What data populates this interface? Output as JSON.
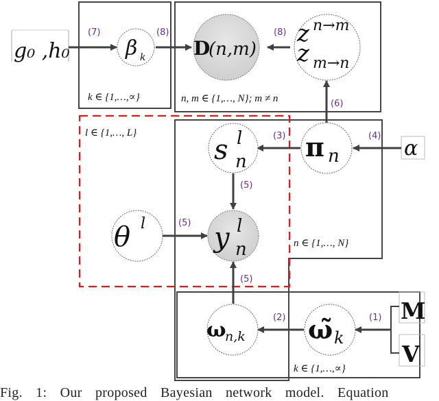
{
  "figure": {
    "caption": "Fig. 1: Our proposed Bayesian network model. Equation",
    "colors": {
      "plate_border": "#444444",
      "dashed_plate": "#e8161b",
      "observed_node_fill": "#d9d9d9",
      "edge_label": "#6a2c91",
      "arrow": "#404040"
    }
  },
  "hyperparameters": {
    "g0h0": "g₀ ,h₀",
    "alpha": "α",
    "M": "M",
    "V": "V"
  },
  "nodes": {
    "beta": {
      "main": "β",
      "sub": "k"
    },
    "D": {
      "main": "D",
      "args": "(n,m)"
    },
    "z": {
      "line1_main": "z",
      "line1_sup": "n→m",
      "line2_main": "z",
      "line2_sub": "m→n"
    },
    "pi": {
      "main": "π",
      "sub": "n"
    },
    "s": {
      "main": "s",
      "sup": "l",
      "sub": "n"
    },
    "theta": {
      "main": "θ",
      "sup": "l"
    },
    "y": {
      "main": "y",
      "sup": "l",
      "sub": "n"
    },
    "omega_nk": {
      "main": "ω",
      "sub": "n,k"
    },
    "omega_tilde": {
      "main": "ω̃",
      "sub": "k"
    }
  },
  "plates": {
    "beta_plate": "k ∈ {1,…,∝}",
    "D_plate": "n, m ∈ {1,…, N}; m ≠ n",
    "l_plate": "l ∈ {1,…, L}",
    "n_plate": "n ∈ {1,…, N}",
    "k_plate": "k ∈ {1,…,∝}"
  },
  "edges": {
    "e1": "(1)",
    "e2": "(2)",
    "e3": "(3)",
    "e4": "(4)",
    "e5_s_y": "(5)",
    "e5_theta_y": "(5)",
    "e5_omega_y": "(5)",
    "e6": "(6)",
    "e7": "(7)",
    "e8_beta_D": "(8)",
    "e8_z_D": "(8)"
  }
}
